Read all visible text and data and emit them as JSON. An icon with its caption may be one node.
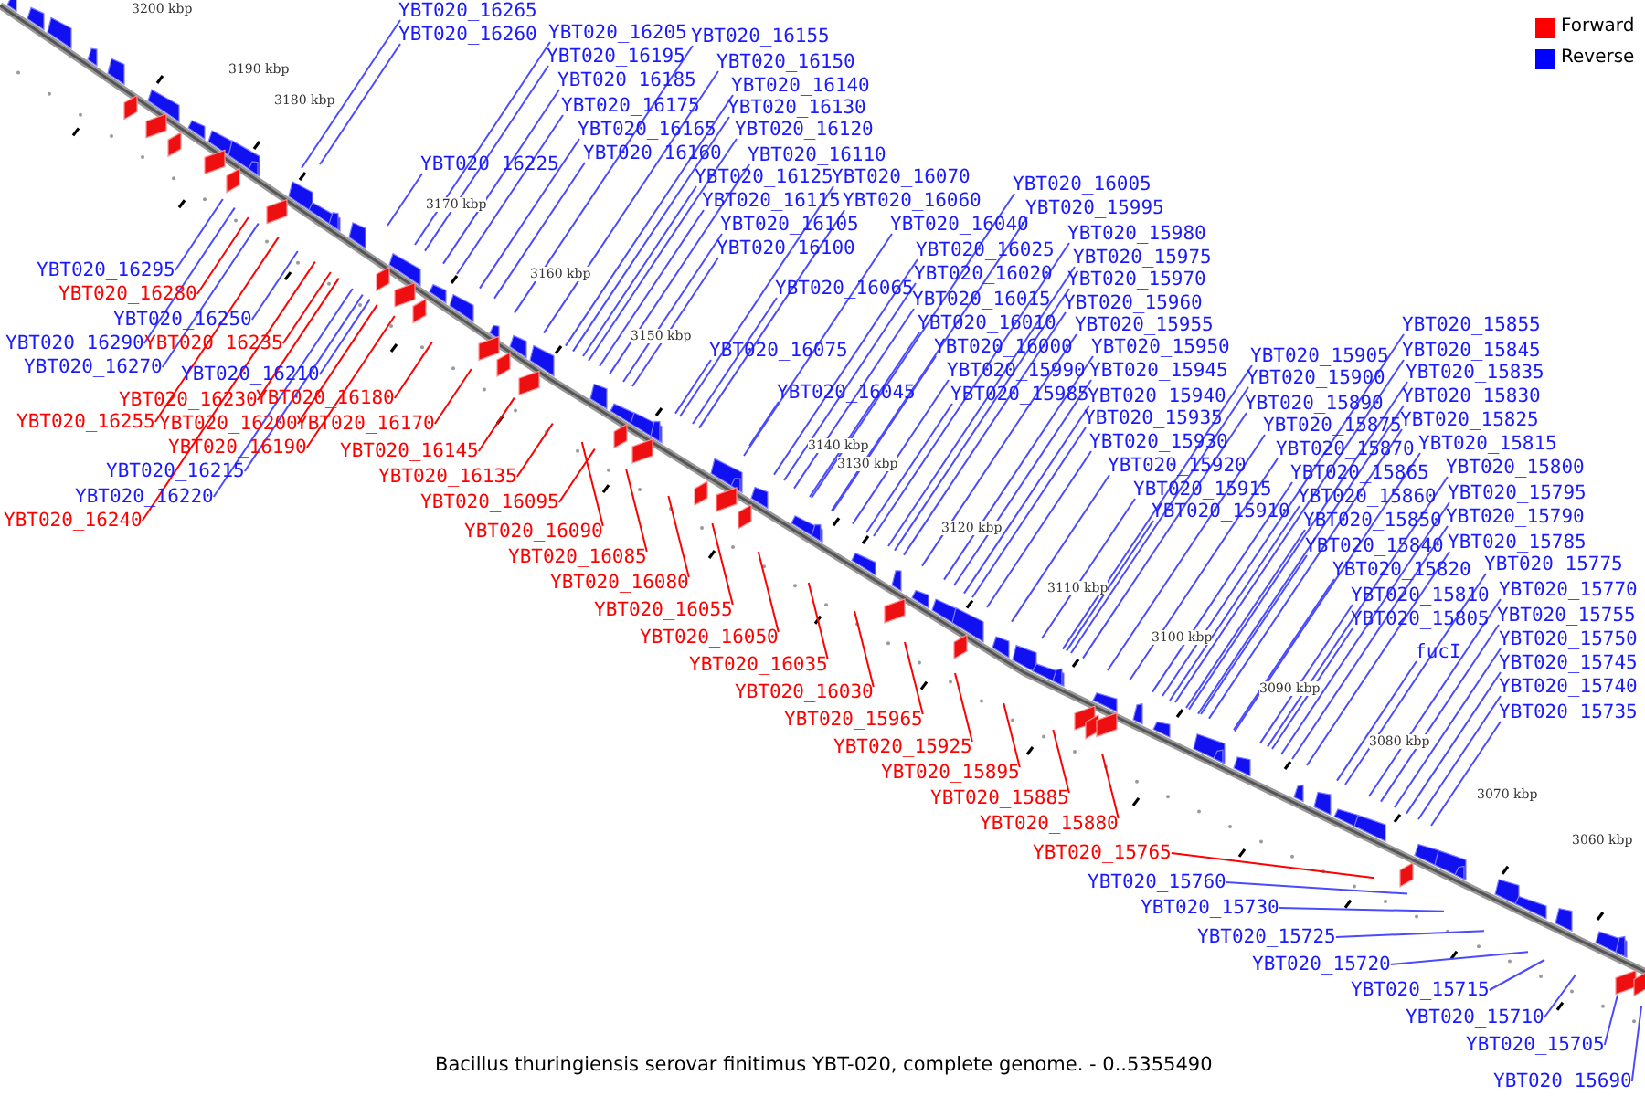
{
  "diagram": {
    "caption": "Bacillus thuringiensis serovar finitimus YBT-020, complete genome. - 0..5355490",
    "nodes": [
      {
        "text": [
          "YBT020_16265"
        ]
      },
      {
        "text": [
          "YBT020_16260"
        ]
      },
      {
        "text": [
          "YBT020_16205"
        ]
      },
      {
        "text": [
          "YBT020_16155"
        ]
      },
      {
        "text": [
          "YBT020_16195"
        ]
      },
      {
        "text": [
          "YBT020_16150"
        ]
      },
      {
        "text": [
          "YBT020_16185"
        ]
      },
      {
        "text": [
          "YBT020_16140"
        ]
      },
      {
        "text": [
          "YBT020_16175"
        ]
      },
      {
        "text": [
          "YBT020_16130"
        ]
      },
      {
        "text": [
          "YBT020_16165"
        ]
      },
      {
        "text": [
          "YBT020_16120"
        ]
      },
      {
        "text": [
          "YBT020_16160"
        ]
      },
      {
        "text": [
          "YBT020_16110"
        ]
      },
      {
        "text": [
          "YBT020_16225"
        ]
      },
      {
        "text": [
          "YBT020_16125"
        ]
      },
      {
        "text": [
          "YBT020_16070"
        ]
      },
      {
        "text": [
          "YBT020_16005"
        ]
      },
      {
        "text": [
          "YBT020_16115"
        ]
      },
      {
        "text": [
          "YBT020_16060"
        ]
      },
      {
        "text": [
          "YBT020_15995"
        ]
      },
      {
        "text": [
          "YBT020_16105"
        ]
      },
      {
        "text": [
          "YBT020_16040"
        ]
      },
      {
        "text": [
          "YBT020_15980"
        ]
      },
      {
        "text": [
          "YBT020_16100"
        ]
      },
      {
        "text": [
          "YBT020_16025"
        ]
      },
      {
        "text": [
          "YBT020_15975"
        ]
      },
      {
        "text": [
          "YBT020_16020"
        ]
      },
      {
        "text": [
          "YBT020_15970"
        ]
      },
      {
        "text": [
          "YBT020_16065"
        ]
      },
      {
        "text": [
          "YBT020_16015"
        ]
      },
      {
        "text": [
          "YBT020_15960"
        ]
      },
      {
        "text": [
          "YBT020_16010"
        ]
      },
      {
        "text": [
          "YBT020_15955"
        ]
      },
      {
        "text": [
          "YBT020_15855"
        ]
      },
      {
        "text": [
          "YBT020_16000"
        ]
      },
      {
        "text": [
          "YBT020_15950"
        ]
      },
      {
        "text": [
          "YBT020_16075"
        ]
      },
      {
        "text": [
          "YBT020_15845"
        ]
      },
      {
        "text": [
          "YBT020_15905"
        ]
      },
      {
        "text": [
          "YBT020_15990"
        ]
      },
      {
        "text": [
          "YBT020_15945"
        ]
      },
      {
        "text": [
          "YBT020_15835"
        ]
      },
      {
        "text": [
          "YBT020_15900"
        ]
      },
      {
        "text": [
          "YBT020_16045"
        ]
      },
      {
        "text": [
          "YBT020_15985"
        ]
      },
      {
        "text": [
          "YBT020_15940"
        ]
      },
      {
        "text": [
          "YBT020_15830"
        ]
      },
      {
        "text": [
          "YBT020_15890"
        ]
      },
      {
        "text": [
          "YBT020_15935"
        ]
      },
      {
        "text": [
          "YBT020_15825"
        ]
      },
      {
        "text": [
          "YBT020_15875"
        ]
      },
      {
        "text": [
          "YBT020_15930"
        ]
      },
      {
        "text": [
          "YBT020_15815"
        ]
      },
      {
        "text": [
          "YBT020_15870"
        ]
      },
      {
        "text": [
          "YBT020_15920"
        ]
      },
      {
        "text": [
          "YBT020_15800"
        ]
      },
      {
        "text": [
          "YBT020_15865"
        ]
      },
      {
        "text": [
          "YBT020_15915"
        ]
      },
      {
        "text": [
          "YBT020_15795"
        ]
      },
      {
        "text": [
          "YBT020_15860"
        ]
      },
      {
        "text": [
          "YBT020_15910"
        ]
      },
      {
        "text": [
          "YBT020_15790"
        ]
      },
      {
        "text": [
          "YBT020_15850"
        ]
      },
      {
        "text": [
          "YBT020_15785"
        ]
      },
      {
        "text": [
          "YBT020_15840"
        ]
      },
      {
        "text": [
          "YBT020_15775"
        ]
      },
      {
        "text": [
          "YBT020_15820"
        ]
      },
      {
        "text": [
          "YBT020_15770"
        ]
      },
      {
        "text": [
          "YBT020_15810"
        ]
      },
      {
        "text": [
          "YBT020_15755"
        ]
      },
      {
        "text": [
          "YBT020_15805"
        ]
      },
      {
        "text": [
          "YBT020_15750"
        ]
      },
      {
        "text": [
          "fucI"
        ]
      },
      {
        "text": [
          "YBT020_15745"
        ]
      },
      {
        "text": [
          "YBT020_15740"
        ]
      },
      {
        "text": [
          "YBT020_15735"
        ]
      },
      {
        "text": [
          "YBT020_16295"
        ]
      },
      {
        "text": [
          "YBT020_16280"
        ]
      },
      {
        "text": [
          "YBT020_16250"
        ]
      },
      {
        "text": [
          "YBT020_16290"
        ]
      },
      {
        "text": [
          "YBT020_16235"
        ]
      },
      {
        "text": [
          "YBT020_16270"
        ]
      },
      {
        "text": [
          "YBT020_16210"
        ]
      },
      {
        "text": [
          "YBT020_16180"
        ]
      },
      {
        "text": [
          "YBT020_16230"
        ]
      },
      {
        "text": [
          "YBT020_16255"
        ]
      },
      {
        "text": [
          "YBT020_16200"
        ]
      },
      {
        "text": [
          "YBT020_16170"
        ]
      },
      {
        "text": [
          "YBT020_16190"
        ]
      },
      {
        "text": [
          "YBT020_16145"
        ]
      },
      {
        "text": [
          "YBT020_16215"
        ]
      },
      {
        "text": [
          "YBT020_16135"
        ]
      },
      {
        "text": [
          "YBT020_16220"
        ]
      },
      {
        "text": [
          "YBT020_16095"
        ]
      },
      {
        "text": [
          "YBT020_16240"
        ]
      },
      {
        "text": [
          "YBT020_16090"
        ]
      },
      {
        "text": [
          "YBT020_16085"
        ]
      },
      {
        "text": [
          "YBT020_16080"
        ]
      },
      {
        "text": [
          "YBT020_16055"
        ]
      },
      {
        "text": [
          "YBT020_16050"
        ]
      },
      {
        "text": [
          "YBT020_16035"
        ]
      },
      {
        "text": [
          "YBT020_16030"
        ]
      },
      {
        "text": [
          "YBT020_15965"
        ]
      },
      {
        "text": [
          "YBT020_15925"
        ]
      },
      {
        "text": [
          "YBT020_15895"
        ]
      },
      {
        "text": [
          "YBT020_15885"
        ]
      },
      {
        "text": [
          "YBT020_15880"
        ]
      },
      {
        "text": [
          "YBT020_15765"
        ]
      },
      {
        "text": [
          "YBT020_15760"
        ]
      },
      {
        "text": [
          "YBT020_15730"
        ]
      },
      {
        "text": [
          "YBT020_15725"
        ]
      },
      {
        "text": [
          "YBT020_15720"
        ]
      },
      {
        "text": [
          "YBT020_15715"
        ]
      },
      {
        "text": [
          "YBT020_15710"
        ]
      },
      {
        "text": [
          "YBT020_15705"
        ]
      },
      {
        "text": [
          "YBT020_15690"
        ]
      }
    ],
    "edges": [
      {
        "from": 0,
        "to": null,
        "arrow": "none"
      },
      {
        "from": 1,
        "to": null,
        "arrow": "none"
      },
      {
        "from": 2,
        "to": null,
        "arrow": "none"
      },
      {
        "from": 3,
        "to": null,
        "arrow": "none"
      },
      {
        "from": 4,
        "to": null,
        "arrow": "none"
      },
      {
        "from": 5,
        "to": null,
        "arrow": "none"
      },
      {
        "from": 6,
        "to": null,
        "arrow": "none"
      },
      {
        "from": 7,
        "to": null,
        "arrow": "none"
      },
      {
        "from": 8,
        "to": null,
        "arrow": "none"
      },
      {
        "from": 9,
        "to": null,
        "arrow": "none"
      },
      {
        "from": 10,
        "to": null,
        "arrow": "none"
      },
      {
        "from": 11,
        "to": null,
        "arrow": "none"
      },
      {
        "from": 12,
        "to": null,
        "arrow": "none"
      },
      {
        "from": 13,
        "to": null,
        "arrow": "none"
      },
      {
        "from": 14,
        "to": null,
        "arrow": "none"
      },
      {
        "from": 15,
        "to": null,
        "arrow": "none"
      },
      {
        "from": 16,
        "to": null,
        "arrow": "none"
      },
      {
        "from": 17,
        "to": null,
        "arrow": "none"
      },
      {
        "from": 18,
        "to": null,
        "arrow": "none"
      },
      {
        "from": 19,
        "to": null,
        "arrow": "none"
      },
      {
        "from": 20,
        "to": null,
        "arrow": "none"
      },
      {
        "from": 21,
        "to": null,
        "arrow": "none"
      },
      {
        "from": 22,
        "to": null,
        "arrow": "none"
      },
      {
        "from": 23,
        "to": null,
        "arrow": "none"
      },
      {
        "from": 24,
        "to": null,
        "arrow": "none"
      },
      {
        "from": 25,
        "to": null,
        "arrow": "none"
      },
      {
        "from": 26,
        "to": null,
        "arrow": "none"
      },
      {
        "from": 27,
        "to": null,
        "arrow": "none"
      },
      {
        "from": 28,
        "to": null,
        "arrow": "none"
      },
      {
        "from": 29,
        "to": null,
        "arrow": "none"
      },
      {
        "from": 30,
        "to": null,
        "arrow": "none"
      },
      {
        "from": 31,
        "to": null,
        "arrow": "none"
      },
      {
        "from": 32,
        "to": null,
        "arrow": "none"
      },
      {
        "from": 33,
        "to": null,
        "arrow": "none"
      },
      {
        "from": 34,
        "to": null,
        "arrow": "none"
      },
      {
        "from": 35,
        "to": null,
        "arrow": "none"
      },
      {
        "from": 36,
        "to": null,
        "arrow": "none"
      },
      {
        "from": 37,
        "to": null,
        "arrow": "none"
      },
      {
        "from": 38,
        "to": null,
        "arrow": "none"
      },
      {
        "from": 39,
        "to": null,
        "arrow": "none"
      },
      {
        "from": 40,
        "to": null,
        "arrow": "none"
      },
      {
        "from": 41,
        "to": null,
        "arrow": "none"
      },
      {
        "from": 42,
        "to": null,
        "arrow": "none"
      },
      {
        "from": 43,
        "to": null,
        "arrow": "none"
      },
      {
        "from": 44,
        "to": null,
        "arrow": "none"
      },
      {
        "from": 45,
        "to": null,
        "arrow": "none"
      },
      {
        "from": 46,
        "to": null,
        "arrow": "none"
      },
      {
        "from": 47,
        "to": null,
        "arrow": "none"
      },
      {
        "from": 48,
        "to": null,
        "arrow": "none"
      },
      {
        "from": 49,
        "to": null,
        "arrow": "none"
      },
      {
        "from": 50,
        "to": null,
        "arrow": "none"
      },
      {
        "from": 51,
        "to": null,
        "arrow": "none"
      },
      {
        "from": 52,
        "to": null,
        "arrow": "none"
      },
      {
        "from": 53,
        "to": null,
        "arrow": "none"
      },
      {
        "from": 54,
        "to": null,
        "arrow": "none"
      },
      {
        "from": 55,
        "to": null,
        "arrow": "none"
      },
      {
        "from": 56,
        "to": null,
        "arrow": "none"
      },
      {
        "from": 57,
        "to": null,
        "arrow": "none"
      },
      {
        "from": 58,
        "to": null,
        "arrow": "none"
      },
      {
        "from": 59,
        "to": null,
        "arrow": "none"
      },
      {
        "from": 60,
        "to": null,
        "arrow": "none"
      },
      {
        "from": 61,
        "to": null,
        "arrow": "none"
      },
      {
        "from": 62,
        "to": null,
        "arrow": "none"
      },
      {
        "from": 63,
        "to": null,
        "arrow": "none"
      },
      {
        "from": 64,
        "to": null,
        "arrow": "none"
      },
      {
        "from": 65,
        "to": null,
        "arrow": "none"
      },
      {
        "from": 66,
        "to": null,
        "arrow": "none"
      },
      {
        "from": 67,
        "to": null,
        "arrow": "none"
      },
      {
        "from": 68,
        "to": null,
        "arrow": "none"
      },
      {
        "from": 69,
        "to": null,
        "arrow": "none"
      },
      {
        "from": 70,
        "to": null,
        "arrow": "none"
      },
      {
        "from": 71,
        "to": null,
        "arrow": "none"
      },
      {
        "from": 72,
        "to": null,
        "arrow": "none"
      },
      {
        "from": 73,
        "to": null,
        "arrow": "none"
      },
      {
        "from": 74,
        "to": null,
        "arrow": "none"
      },
      {
        "from": 75,
        "to": null,
        "arrow": "none"
      },
      {
        "from": 76,
        "to": null,
        "arrow": "none"
      },
      {
        "from": 77,
        "to": null,
        "arrow": "none"
      },
      {
        "from": 78,
        "to": null,
        "arrow": "none",
        "color": "#ff0000"
      },
      {
        "from": 79,
        "to": null,
        "arrow": "none"
      },
      {
        "from": 80,
        "to": null,
        "arrow": "none"
      },
      {
        "from": 81,
        "to": null,
        "arrow": "none",
        "color": "#ff0000"
      },
      {
        "from": 82,
        "to": null,
        "arrow": "none"
      },
      {
        "from": 83,
        "to": null,
        "arrow": "none"
      },
      {
        "from": 84,
        "to": null,
        "arrow": "none",
        "color": "#ff0000"
      },
      {
        "from": 85,
        "to": null,
        "arrow": "none",
        "color": "#ff0000"
      },
      {
        "from": 86,
        "to": null,
        "arrow": "none",
        "color": "#ff0000"
      },
      {
        "from": 87,
        "to": null,
        "arrow": "none",
        "color": "#ff0000"
      },
      {
        "from": 88,
        "to": null,
        "arrow": "none",
        "color": "#ff0000"
      },
      {
        "from": 89,
        "to": null,
        "arrow": "none",
        "color": "#ff0000"
      },
      {
        "from": 90,
        "to": null,
        "arrow": "none",
        "color": "#ff0000"
      },
      {
        "from": 91,
        "to": null,
        "arrow": "none"
      },
      {
        "from": 92,
        "to": null,
        "arrow": "none",
        "color": "#ff0000"
      },
      {
        "from": 93,
        "to": null,
        "arrow": "none"
      },
      {
        "from": 94,
        "to": null,
        "arrow": "none",
        "color": "#ff0000"
      },
      {
        "from": 95,
        "to": null,
        "arrow": "none",
        "color": "#ff0000"
      },
      {
        "from": 96,
        "to": null,
        "arrow": "none",
        "color": "#ff0000"
      },
      {
        "from": 97,
        "to": null,
        "arrow": "none",
        "color": "#ff0000"
      },
      {
        "from": 98,
        "to": null,
        "arrow": "none",
        "color": "#ff0000"
      },
      {
        "from": 99,
        "to": null,
        "arrow": "none",
        "color": "#ff0000"
      },
      {
        "from": 100,
        "to": null,
        "arrow": "none",
        "color": "#ff0000"
      },
      {
        "from": 101,
        "to": null,
        "arrow": "none",
        "color": "#ff0000"
      },
      {
        "from": 102,
        "to": null,
        "arrow": "none",
        "color": "#ff0000"
      },
      {
        "from": 103,
        "to": null,
        "arrow": "none",
        "color": "#ff0000"
      },
      {
        "from": 104,
        "to": null,
        "arrow": "none",
        "color": "#ff0000"
      },
      {
        "from": 105,
        "to": null,
        "arrow": "none",
        "color": "#ff0000"
      },
      {
        "from": 106,
        "to": null,
        "arrow": "none",
        "color": "#ff0000"
      },
      {
        "from": 107,
        "to": null,
        "arrow": "none",
        "color": "#ff0000"
      },
      {
        "from": 108,
        "to": null,
        "arrow": "none",
        "color": "#ff0000"
      },
      {
        "from": 109,
        "to": null,
        "arrow": "none"
      },
      {
        "from": 110,
        "to": null,
        "arrow": "none"
      },
      {
        "from": 111,
        "to": null,
        "arrow": "none"
      },
      {
        "from": 112,
        "to": null,
        "arrow": "none"
      },
      {
        "from": 113,
        "to": null,
        "arrow": "none"
      },
      {
        "from": 114,
        "to": null,
        "arrow": "none"
      },
      {
        "from": 115,
        "to": null,
        "arrow": "none"
      },
      {
        "from": 116,
        "to": null,
        "arrow": "none"
      }
    ],
    "labels": [
      "3200 kbp",
      "3190 kbp",
      "3180 kbp",
      "3170 kbp",
      "3160 kbp",
      "3150 kbp",
      "3140 kbp",
      "3130 kbp",
      "3120 kbp",
      "3110 kbp",
      "3100 kbp",
      "3090 kbp",
      "3080 kbp",
      "3070 kbp",
      "3060 kbp"
    ],
    "legend": [
      {
        "text": "Forward",
        "color": "#ff0000"
      },
      {
        "text": "Reverse",
        "color": "#0000ff"
      }
    ]
  }
}
